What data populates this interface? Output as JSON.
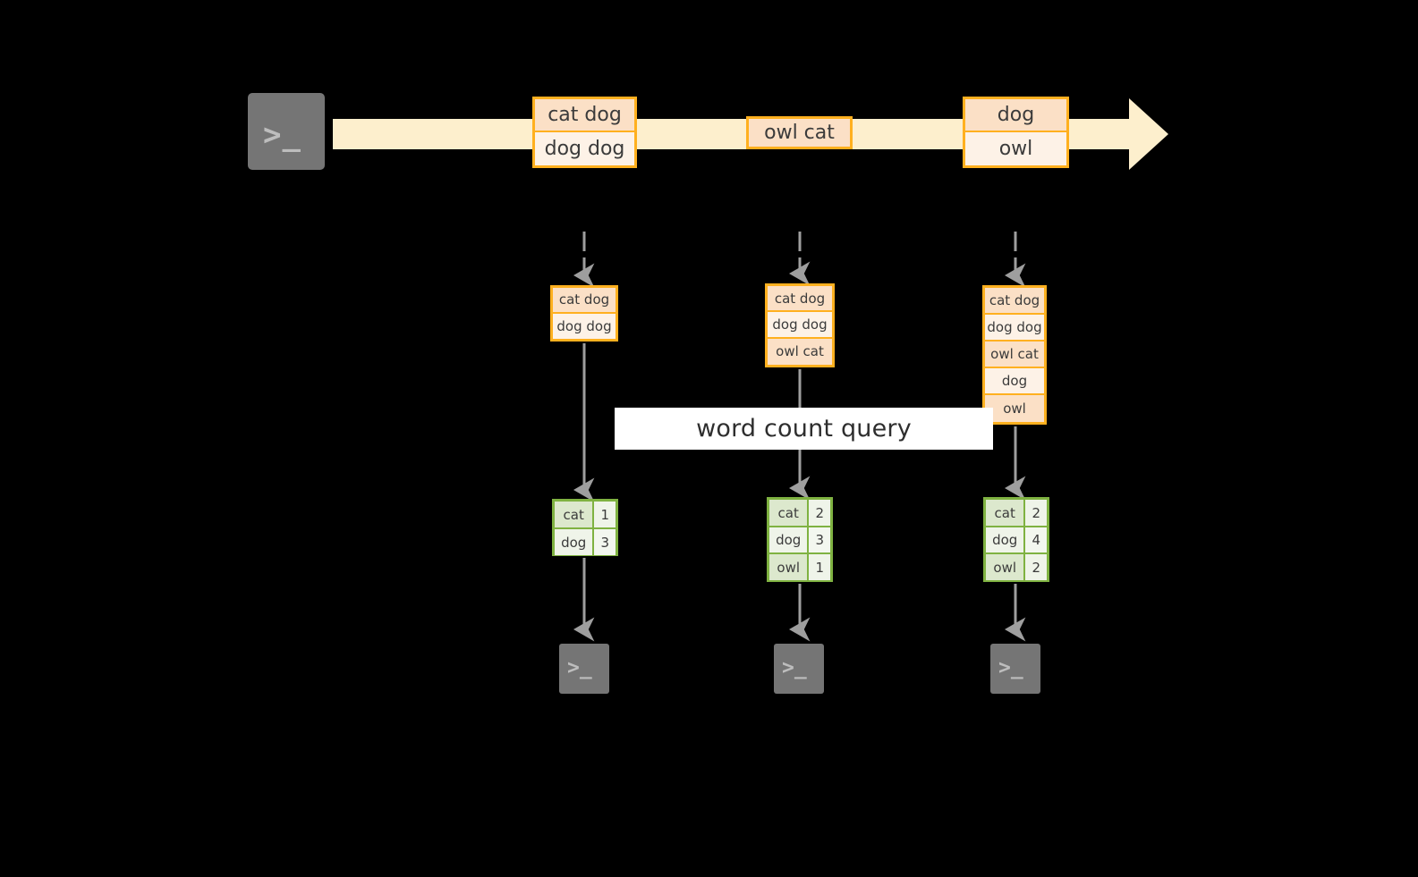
{
  "diagram": {
    "title_label": "word count query",
    "colors": {
      "background": "#000000",
      "stream_band": "#FDEFCD",
      "record_border": "#FFB01F",
      "record_fill_dark": "#FBE0C6",
      "record_fill_light": "#FDF2E7",
      "table_border": "#7FB241",
      "table_fill_key": "#DCE8CD",
      "table_fill_value": "#EFF4E9",
      "terminal_fill": "#757575",
      "arrow_gray": "#9E9E9E",
      "query_band_fill": "#FFFFFF"
    },
    "source": {
      "icon": "terminal-prompt-icon",
      "glyph": ">_"
    },
    "stream": {
      "arrow_icon": "right-arrow-icon",
      "events": [
        {
          "name": "event-1",
          "lines": [
            "cat dog",
            "dog dog"
          ]
        },
        {
          "name": "event-2",
          "lines": [
            "owl cat"
          ]
        },
        {
          "name": "event-3",
          "lines": [
            "dog",
            "owl"
          ]
        }
      ]
    },
    "snapshots": [
      {
        "name": "snapshot-1",
        "dashed_arrow_icon": "dashed-down-arrow-icon",
        "solid_arrow_icon": "down-arrow-icon",
        "stream_state": [
          "cat dog",
          "dog dog"
        ],
        "counts": {
          "rows": [
            {
              "word": "cat",
              "count": "1"
            },
            {
              "word": "dog",
              "count": "3"
            }
          ]
        },
        "sink": {
          "icon": "terminal-prompt-icon",
          "glyph": ">_"
        }
      },
      {
        "name": "snapshot-2",
        "dashed_arrow_icon": "dashed-down-arrow-icon",
        "solid_arrow_icon": "down-arrow-icon",
        "stream_state": [
          "cat dog",
          "dog dog",
          "owl cat"
        ],
        "counts": {
          "rows": [
            {
              "word": "cat",
              "count": "2"
            },
            {
              "word": "dog",
              "count": "3"
            },
            {
              "word": "owl",
              "count": "1"
            }
          ]
        },
        "sink": {
          "icon": "terminal-prompt-icon",
          "glyph": ">_"
        }
      },
      {
        "name": "snapshot-3",
        "dashed_arrow_icon": "dashed-down-arrow-icon",
        "solid_arrow_icon": "down-arrow-icon",
        "stream_state": [
          "cat dog",
          "dog dog",
          "owl cat",
          "dog",
          "owl"
        ],
        "counts": {
          "rows": [
            {
              "word": "cat",
              "count": "2"
            },
            {
              "word": "dog",
              "count": "4"
            },
            {
              "word": "owl",
              "count": "2"
            }
          ]
        },
        "sink": {
          "icon": "terminal-prompt-icon",
          "glyph": ">_"
        }
      }
    ]
  }
}
